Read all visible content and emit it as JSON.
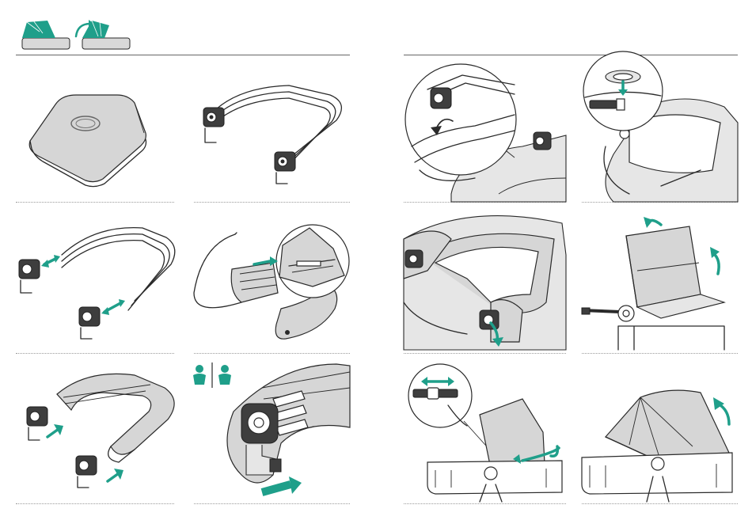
{
  "colors": {
    "accent": "#1f9f8a",
    "fabric": "#d6d6d6",
    "line": "#2a2a2a"
  },
  "header_icons": [
    "carrycot-canopy-closed-icon",
    "carrycot-canopy-open-icon"
  ],
  "steps_left": [
    "mattress-cover",
    "canopy-frame-arches",
    "attach-hinges-to-arches",
    "thread-wire-into-fabric",
    "insert-frame-into-canopy",
    "attach-hinge-lock"
  ],
  "steps_right": [
    "insert-hinge-into-carrycot",
    "press-mount-button",
    "rotate-hinge-into-place",
    "open-canopy",
    "adjust-canopy-zipper",
    "canopy-extended"
  ]
}
